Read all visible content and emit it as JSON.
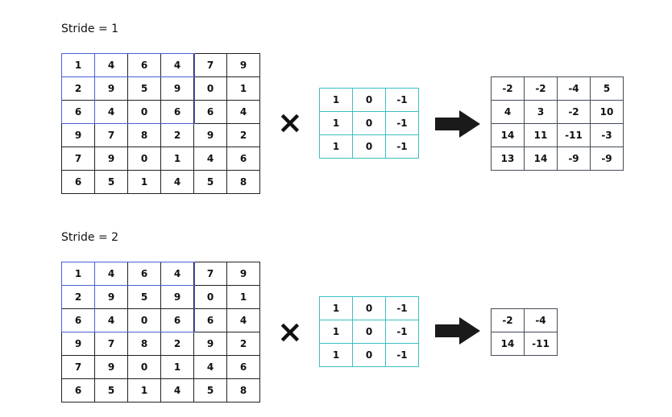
{
  "sections": [
    {
      "title": "Stride = 1",
      "input": [
        [
          "1",
          "4",
          "6",
          "4",
          "7",
          "9"
        ],
        [
          "2",
          "9",
          "5",
          "9",
          "0",
          "1"
        ],
        [
          "6",
          "4",
          "0",
          "6",
          "6",
          "4"
        ],
        [
          "9",
          "7",
          "8",
          "2",
          "9",
          "2"
        ],
        [
          "7",
          "9",
          "0",
          "1",
          "4",
          "6"
        ],
        [
          "6",
          "5",
          "1",
          "4",
          "5",
          "8"
        ]
      ],
      "operator": "×",
      "kernel": [
        [
          "1",
          "0",
          "-1"
        ],
        [
          "1",
          "0",
          "-1"
        ],
        [
          "1",
          "0",
          "-1"
        ]
      ],
      "output": [
        [
          "-2",
          "-2",
          "-4",
          "5"
        ],
        [
          "4",
          "3",
          "-2",
          "10"
        ],
        [
          "14",
          "11",
          "-11",
          "-3"
        ],
        [
          "13",
          "14",
          "-9",
          "-9"
        ]
      ]
    },
    {
      "title": "Stride = 2",
      "input": [
        [
          "1",
          "4",
          "6",
          "4",
          "7",
          "9"
        ],
        [
          "2",
          "9",
          "5",
          "9",
          "0",
          "1"
        ],
        [
          "6",
          "4",
          "0",
          "6",
          "6",
          "4"
        ],
        [
          "9",
          "7",
          "8",
          "2",
          "9",
          "2"
        ],
        [
          "7",
          "9",
          "0",
          "1",
          "4",
          "6"
        ],
        [
          "6",
          "5",
          "1",
          "4",
          "5",
          "8"
        ]
      ],
      "operator": "×",
      "kernel": [
        [
          "1",
          "0",
          "-1"
        ],
        [
          "1",
          "0",
          "-1"
        ],
        [
          "1",
          "0",
          "-1"
        ]
      ],
      "output": [
        [
          "-2",
          "-4"
        ],
        [
          "14",
          "-11"
        ]
      ]
    }
  ],
  "colors": {
    "window": "#4b5fd8",
    "kernel_border": "#3cbfc2",
    "grid_border": "#222222",
    "arrow": "#1a1a1a"
  }
}
